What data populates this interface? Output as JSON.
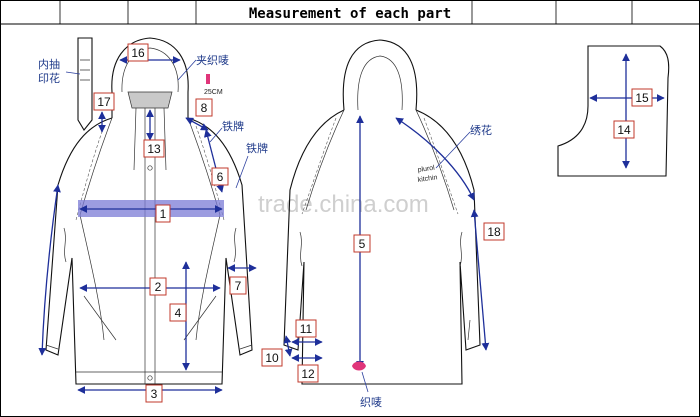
{
  "title": "Measurement of each part",
  "watermark": "trade.china.com",
  "chest_badge": [
    "plurol",
    "kitchin"
  ],
  "size_label": "25CM",
  "chinese_labels": {
    "inner_print": [
      "内抽",
      "印花"
    ],
    "clip_label": "夹织唛",
    "iron_tag_1": "铁牌",
    "iron_tag_2": "铁牌",
    "embroidery": "绣花",
    "woven_label": "织唛"
  },
  "points": [
    "1",
    "2",
    "3",
    "4",
    "5",
    "6",
    "7",
    "8",
    "10",
    "11",
    "12",
    "13",
    "14",
    "15",
    "16",
    "17",
    "18"
  ],
  "colors": {
    "measure": "#1e2f9a",
    "box": "#c0392b",
    "highlight": "#7b7bd6",
    "label_pink": "#e0357a"
  }
}
